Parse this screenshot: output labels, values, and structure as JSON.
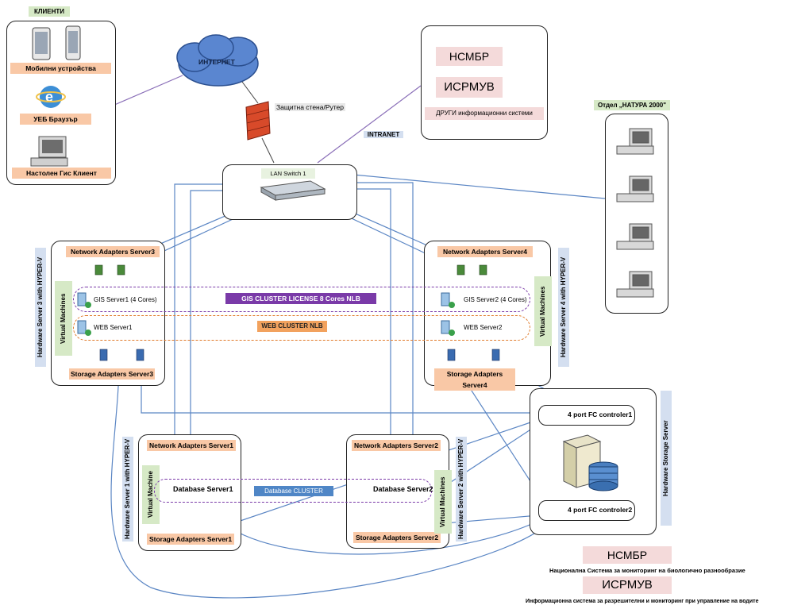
{
  "clients": {
    "title": "КЛИЕНТИ",
    "mobile": "Мобилни устройства",
    "web": "УЕБ Браузър",
    "desktop": "Настолен Гис Клиент"
  },
  "internet": "ИНТЕРНЕТ",
  "firewall": "Защитна стена/Рутер",
  "intranet": "INTRANET",
  "external": {
    "nsmbr": "НСМБР",
    "isrmuv": "ИСРМУВ",
    "other": "ДРУГИ информационни системи"
  },
  "natura": "Отдел „НАТУРА 2000\"",
  "lan_switch": "LAN Switch 1",
  "server3": {
    "net": "Network Adapters Server3",
    "storage": "Storage Adapters Server3",
    "side": "Hardware Server 3 with HYPER-V",
    "vm": "Virtual Machines",
    "gis": "GIS Server1 (4 Cores)",
    "web": "WEB Server1"
  },
  "server4": {
    "net": "Network Adapters Server4",
    "storage": "Storage Adapters Server4",
    "side": "Hardware Server 4 with HYPER-V",
    "vm": "Virtual Machines",
    "gis": "GIS Server2 (4  Cores)",
    "web": "WEB Server2"
  },
  "gis_cluster": "GIS CLUSTER  LICENSE 8 Cores NLB",
  "web_cluster": "WEB CLUSTER NLB",
  "server1": {
    "net": "Network Adapters Server1",
    "storage": "Storage Adapters Server1",
    "side": "Hardware Server 1 with HYPER-V",
    "vm": "Virtual Machine",
    "db": "Database Server1"
  },
  "server2": {
    "net": "Network Adapters Server2",
    "storage": "Storage Adapters Server2",
    "side": "Hardware Server 2 with HYPER-V",
    "vm": "Virtual Machines",
    "db": "Database Server2"
  },
  "db_cluster": "Database CLUSTER",
  "storage_server": {
    "side": "Hardware Storage Server",
    "fc1": "4 port FC controler1",
    "fc2": "4 port FC controler2"
  },
  "legend": {
    "nsmbr": "НСМБР",
    "nsmbr_desc": "Национална Система за мониторинг на биологично разнообразие",
    "isrmuv": "ИСРМУВ",
    "isrmuv_desc": "Информационна система за разрешителни и мониторинг при управление на водите"
  },
  "colors": {
    "link": "#5b86c4",
    "purple": "#7a3aa8",
    "orange": "#e07a2a",
    "peach": "#f9c8a6",
    "green": "#d6e9c6",
    "pink": "#f4dada"
  }
}
